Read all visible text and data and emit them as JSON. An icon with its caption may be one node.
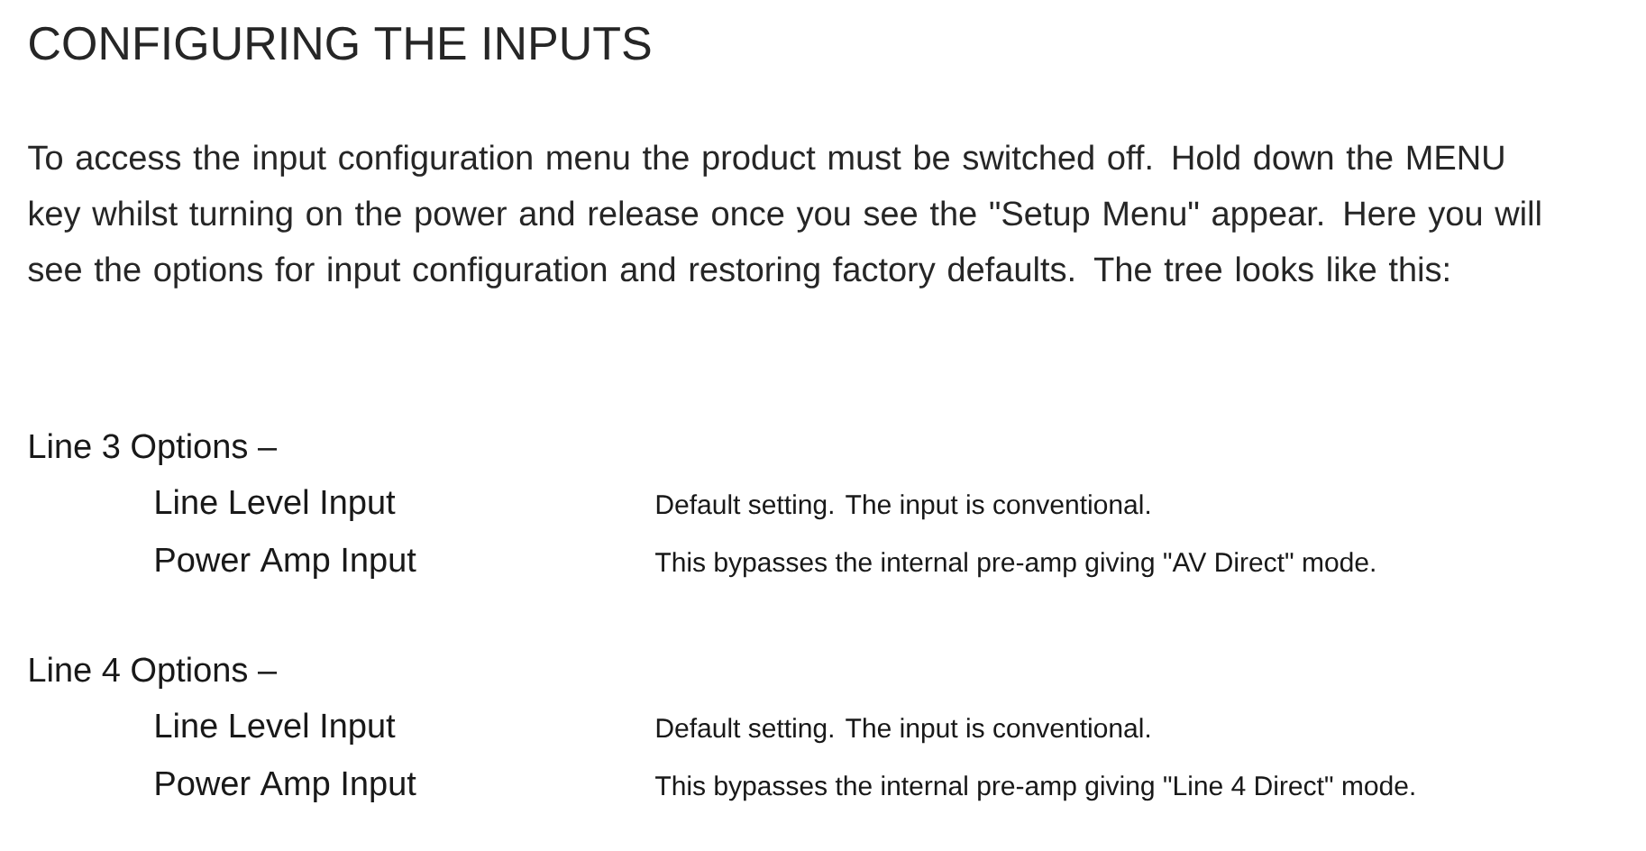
{
  "diagram": {
    "title": "CONFIGURING THE INPUTS",
    "labels": [
      "To access the input configuration menu the product must be switched off. Hold down the MENU key whilst turning on the power and release once you see the \"Setup Menu\" appear. Here you will see the options for input configuration and restoring factory defaults. The tree looks like this:",
      "Line 3 Options –",
      "Line Level Input",
      "Default setting. The input is conventional.",
      "Power Amp Input",
      "This bypasses the internal pre-amp giving \"AV Direct\" mode.",
      "Line 4 Options –",
      "Line Level Input",
      "Default setting. The input is conventional.",
      "Power Amp Input",
      "This bypasses the internal pre-amp giving \"Line 4 Direct\" mode."
    ]
  }
}
